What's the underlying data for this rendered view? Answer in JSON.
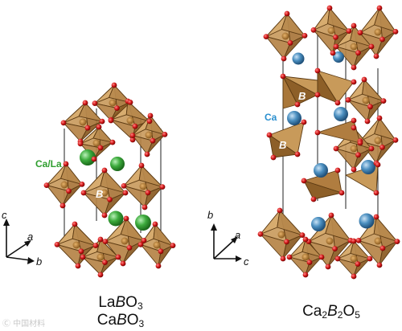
{
  "left_structure": {
    "site_label": "Ca/La",
    "b_label": "B",
    "axes": {
      "c": "c",
      "a": "a",
      "b": "b"
    },
    "formula_1": {
      "el1": "La",
      "el2": "B",
      "el3": "O",
      "sub3": "3"
    },
    "formula_2": {
      "el1": "Ca",
      "el2": "B",
      "el3": "O",
      "sub3": "3"
    }
  },
  "right_structure": {
    "site_label": "Ca",
    "b_label_1": "B",
    "b_label_2": "B",
    "axes": {
      "b": "b",
      "a": "a",
      "c": "c"
    },
    "formula": {
      "el1": "Ca",
      "sub1": "2",
      "el2": "B",
      "sub2": "2",
      "el3": "O",
      "sub3": "5"
    }
  },
  "watermark": "Ⓒ 中国材料",
  "colors": {
    "octahedron": "#b9874a",
    "octahedron_dark": "#8a5f2c",
    "oxygen": "#d41b1b",
    "ca_la_site": "#3dab3d",
    "ca_site": "#4b8fc0",
    "ca_label_left": "#2f9e2f",
    "ca_label_right": "#2a8fcf"
  }
}
